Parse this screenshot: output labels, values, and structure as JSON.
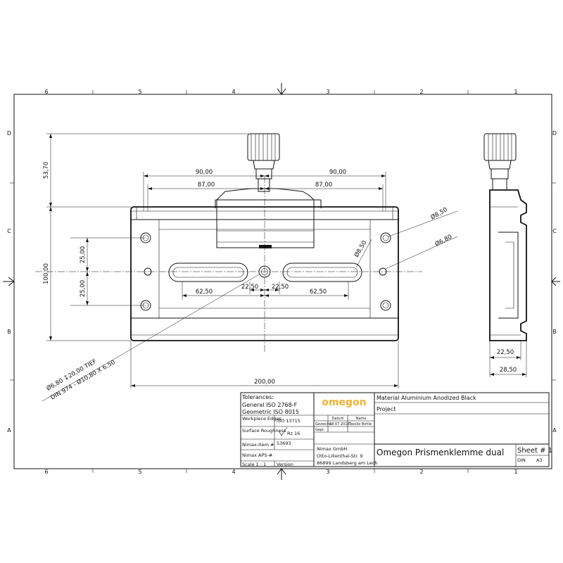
{
  "grid": {
    "columns": [
      "6",
      "5",
      "4",
      "3",
      "2",
      "1"
    ],
    "rows": [
      "D",
      "C",
      "B",
      "A"
    ]
  },
  "dimensions": {
    "d_53_70": "53,70",
    "d_90_left": "90,00",
    "d_90_right": "90,00",
    "d_87_left": "87,00",
    "d_87_right": "87,00",
    "d_25_top": "25,00",
    "d_25_bottom": "25,00",
    "d_100": "100,00",
    "d_62_50_left": "62,50",
    "d_22_50_left": "22,50",
    "d_22_50_right": "22,50",
    "d_62_50_right": "62,50",
    "d_200": "200,00",
    "d_dia_8_50_slot": "Ø8,50",
    "d_dia_8_50_side": "Ø8,50",
    "d_dia_6_80_side": "Ø6,80",
    "d_side_22_50": "22,50",
    "d_side_28_50": "28,50",
    "note_tief": "Ø6,80 ↧20,00 TIEF",
    "note_din": "DIN 974 - Ø10,80 X 6,50"
  },
  "title_block": {
    "tolerances_label": "Tolerances:",
    "general": "General ISO 2768-F",
    "geometric": "Geometric ISO 8015",
    "workpiece_edges_label": "Workpiece Edges",
    "workpiece_edges_value": "ISO 13715",
    "surface_roughness_label": "Surface Roughness",
    "surface_roughness_value": "Rz 16",
    "nimax_item_label": "Nimax-Item #",
    "nimax_item_value": "53693",
    "nimax_aps_label": "Nimax APS-#",
    "nimax_aps_value": "",
    "scale": "Scale 1 : 1",
    "version": "Version",
    "logo": "omegon",
    "datum_header": "Datum",
    "name_header": "Name",
    "drawn_label": "Gezeichn.",
    "drawn_date": "18.07.2018",
    "drawn_name": "Tassilo Bohle",
    "checked_label": "Gepr.",
    "company_name": "Nimax GmbH",
    "company_street": "Otto-Lilienthal-Str. 9",
    "company_city": "86899 Landsberg am Lech",
    "material": "Material Aluminium Anodized Black",
    "project": "Project",
    "title": "Omegon Prismenklemme dual",
    "sheet": "Sheet # 1",
    "format_label": "DIN",
    "format_value": "A3"
  }
}
